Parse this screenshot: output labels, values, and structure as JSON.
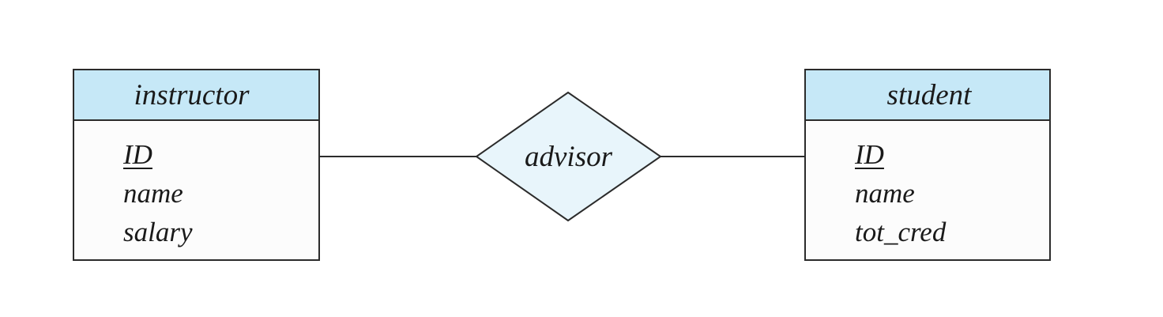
{
  "entities": [
    {
      "name": "instructor",
      "attributes": [
        {
          "label": "ID",
          "key": true
        },
        {
          "label": "name",
          "key": false
        },
        {
          "label": "salary",
          "key": false
        }
      ]
    },
    {
      "name": "student",
      "attributes": [
        {
          "label": "ID",
          "key": true
        },
        {
          "label": "name",
          "key": false
        },
        {
          "label": "tot_cred",
          "key": false
        }
      ]
    }
  ],
  "relationship": {
    "name": "advisor"
  },
  "colors": {
    "entity_header_fill": "#c6e8f7",
    "relationship_fill": "#e8f5fb",
    "stroke": "#2b2b2b"
  }
}
